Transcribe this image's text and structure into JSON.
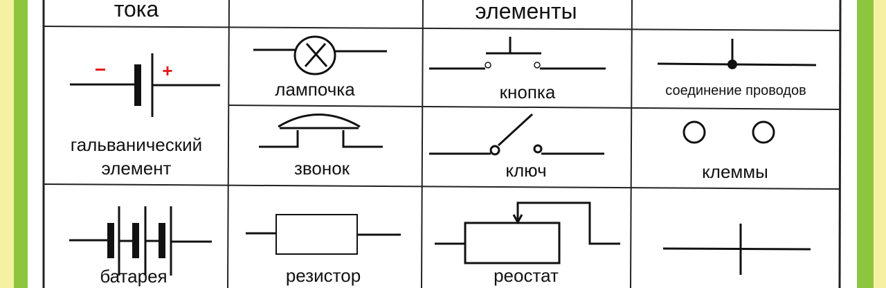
{
  "colors": {
    "frame_yellow": "#f6f1a2",
    "frame_green": "#8cc63f",
    "plus": "#e31b1b",
    "minus": "#e31b1b"
  },
  "header": {
    "col1": "тока",
    "col3": "элементы"
  },
  "cells": {
    "galvanic": {
      "label_line1": "гальванический",
      "label_line2": "элемент",
      "minus": "−",
      "plus": "+"
    },
    "lamp": {
      "label": "лампочка"
    },
    "button": {
      "label": "кнопка"
    },
    "junction": {
      "label": "соединение проводов"
    },
    "bell": {
      "label": "звонок"
    },
    "key": {
      "label": "ключ"
    },
    "terminals": {
      "label": "клеммы"
    },
    "battery": {
      "label": "батарея"
    },
    "resistor": {
      "label": "резистор"
    },
    "rheostat": {
      "label": "реостат"
    }
  }
}
